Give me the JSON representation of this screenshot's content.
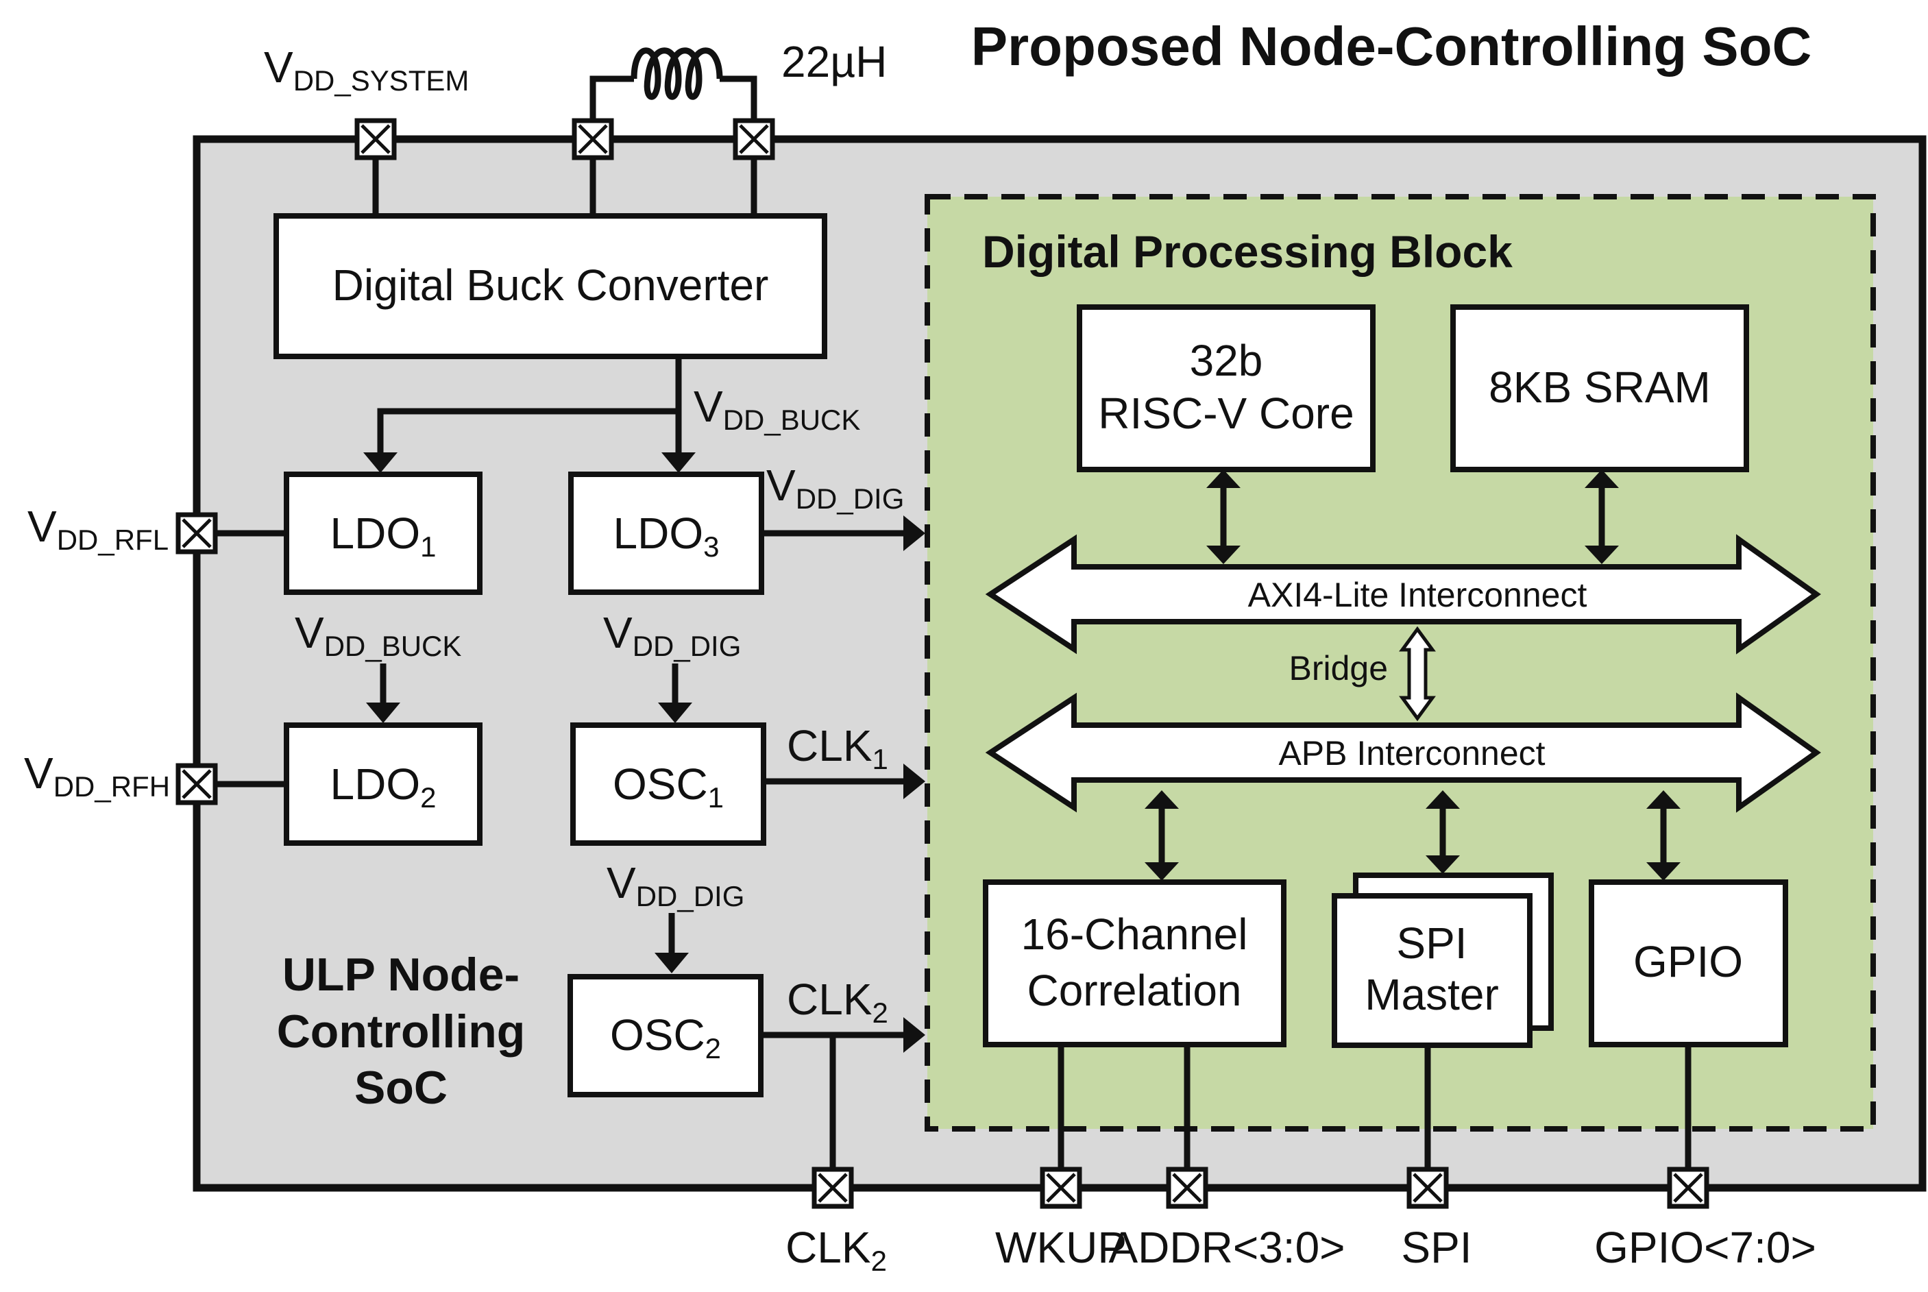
{
  "title": "Proposed Node-Controlling SoC",
  "soc_label": [
    "ULP Node-",
    "Controlling",
    "SoC"
  ],
  "inductor_label": "22µH",
  "buck": "Digital Buck Converter",
  "digital_block": {
    "title": "Digital Processing Block",
    "core": [
      "32b",
      "RISC-V Core"
    ],
    "sram": "8KB SRAM",
    "axi": "AXI4-Lite Interconnect",
    "bridge": "Bridge",
    "apb": "APB Interconnect",
    "correlation": [
      "16-Channel",
      "Correlation"
    ],
    "spi": [
      "SPI",
      "Master"
    ],
    "gpio": "GPIO"
  },
  "ldo1": {
    "main": "LDO",
    "sub": "1"
  },
  "ldo2": {
    "main": "LDO",
    "sub": "2"
  },
  "ldo3": {
    "main": "LDO",
    "sub": "3"
  },
  "osc1": {
    "main": "OSC",
    "sub": "1"
  },
  "osc2": {
    "main": "OSC",
    "sub": "2"
  },
  "vdd_system": {
    "main": "V",
    "sub": "DD_SYSTEM"
  },
  "vdd_buck_a": {
    "main": "V",
    "sub": "DD_BUCK"
  },
  "vdd_buck_b": {
    "main": "V",
    "sub": "DD_BUCK"
  },
  "vdd_dig_ldo3": {
    "main": "V",
    "sub": "DD_DIG"
  },
  "vdd_dig_osc1": {
    "main": "V",
    "sub": "DD_DIG"
  },
  "vdd_dig_osc2": {
    "main": "V",
    "sub": "DD_DIG"
  },
  "vdd_rfl": {
    "main": "V",
    "sub": "DD_RFL"
  },
  "vdd_rfh": {
    "main": "V",
    "sub": "DD_RFH"
  },
  "clk1": {
    "main": "CLK",
    "sub": "1"
  },
  "clk2_out": {
    "main": "CLK",
    "sub": "2"
  },
  "clk2_pad": {
    "main": "CLK",
    "sub": "2"
  },
  "pins": {
    "wkup": "WKUP",
    "addr": "ADDR<3:0>",
    "spi": "SPI",
    "gpio": "GPIO<7:0>"
  },
  "colors": {
    "chip_fill": "#d9d9d9",
    "digital_fill": "#c6d9a5",
    "line": "#111111"
  }
}
